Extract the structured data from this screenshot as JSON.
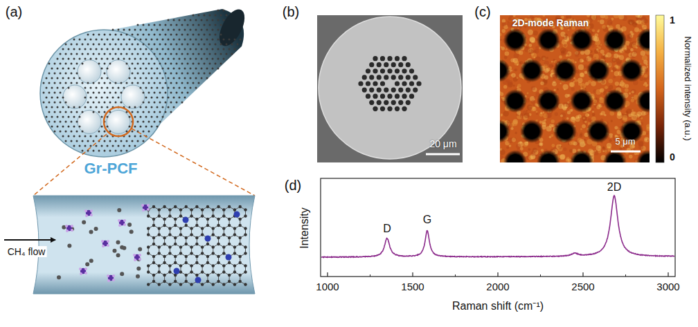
{
  "diagram": {
    "labels": [
      "(a)",
      "Gr-PCF",
      "CH₄ flow",
      "(b)",
      "20 μm",
      "(c)",
      "2D-mode Raman",
      "5 μm",
      "1",
      "0",
      "Normalized intensity (a.u.)",
      "(d)",
      "D",
      "G",
      "2D",
      "Intensity",
      "1000",
      "1500",
      "2000",
      "2500",
      "3000",
      "Raman shift (cm⁻¹)"
    ]
  }
}
